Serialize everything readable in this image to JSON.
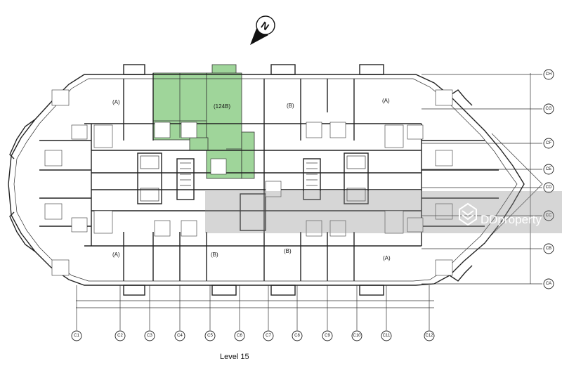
{
  "caption": "Level 15",
  "north_label": "N",
  "highlight_color": "#9fd59a",
  "units": {
    "a_top_left": "(A)",
    "a_top_right": "(A)",
    "a_bottom_left": "(A)",
    "a_bottom_right": "(A)",
    "b_top": "(B)",
    "b_bottom_left": "(B)",
    "b_bottom_right": "(B)",
    "highlighted": "(124B)"
  },
  "grid_columns": [
    "C1",
    "C2",
    "C3",
    "C4",
    "C5",
    "C6",
    "C7",
    "C8",
    "C9",
    "C10",
    "C11",
    "C12"
  ],
  "grid_rows": [
    "CH",
    "CG",
    "CF",
    "CE",
    "CD",
    "CC",
    "CB",
    "CA"
  ],
  "watermark": {
    "text": "DDproperty"
  }
}
